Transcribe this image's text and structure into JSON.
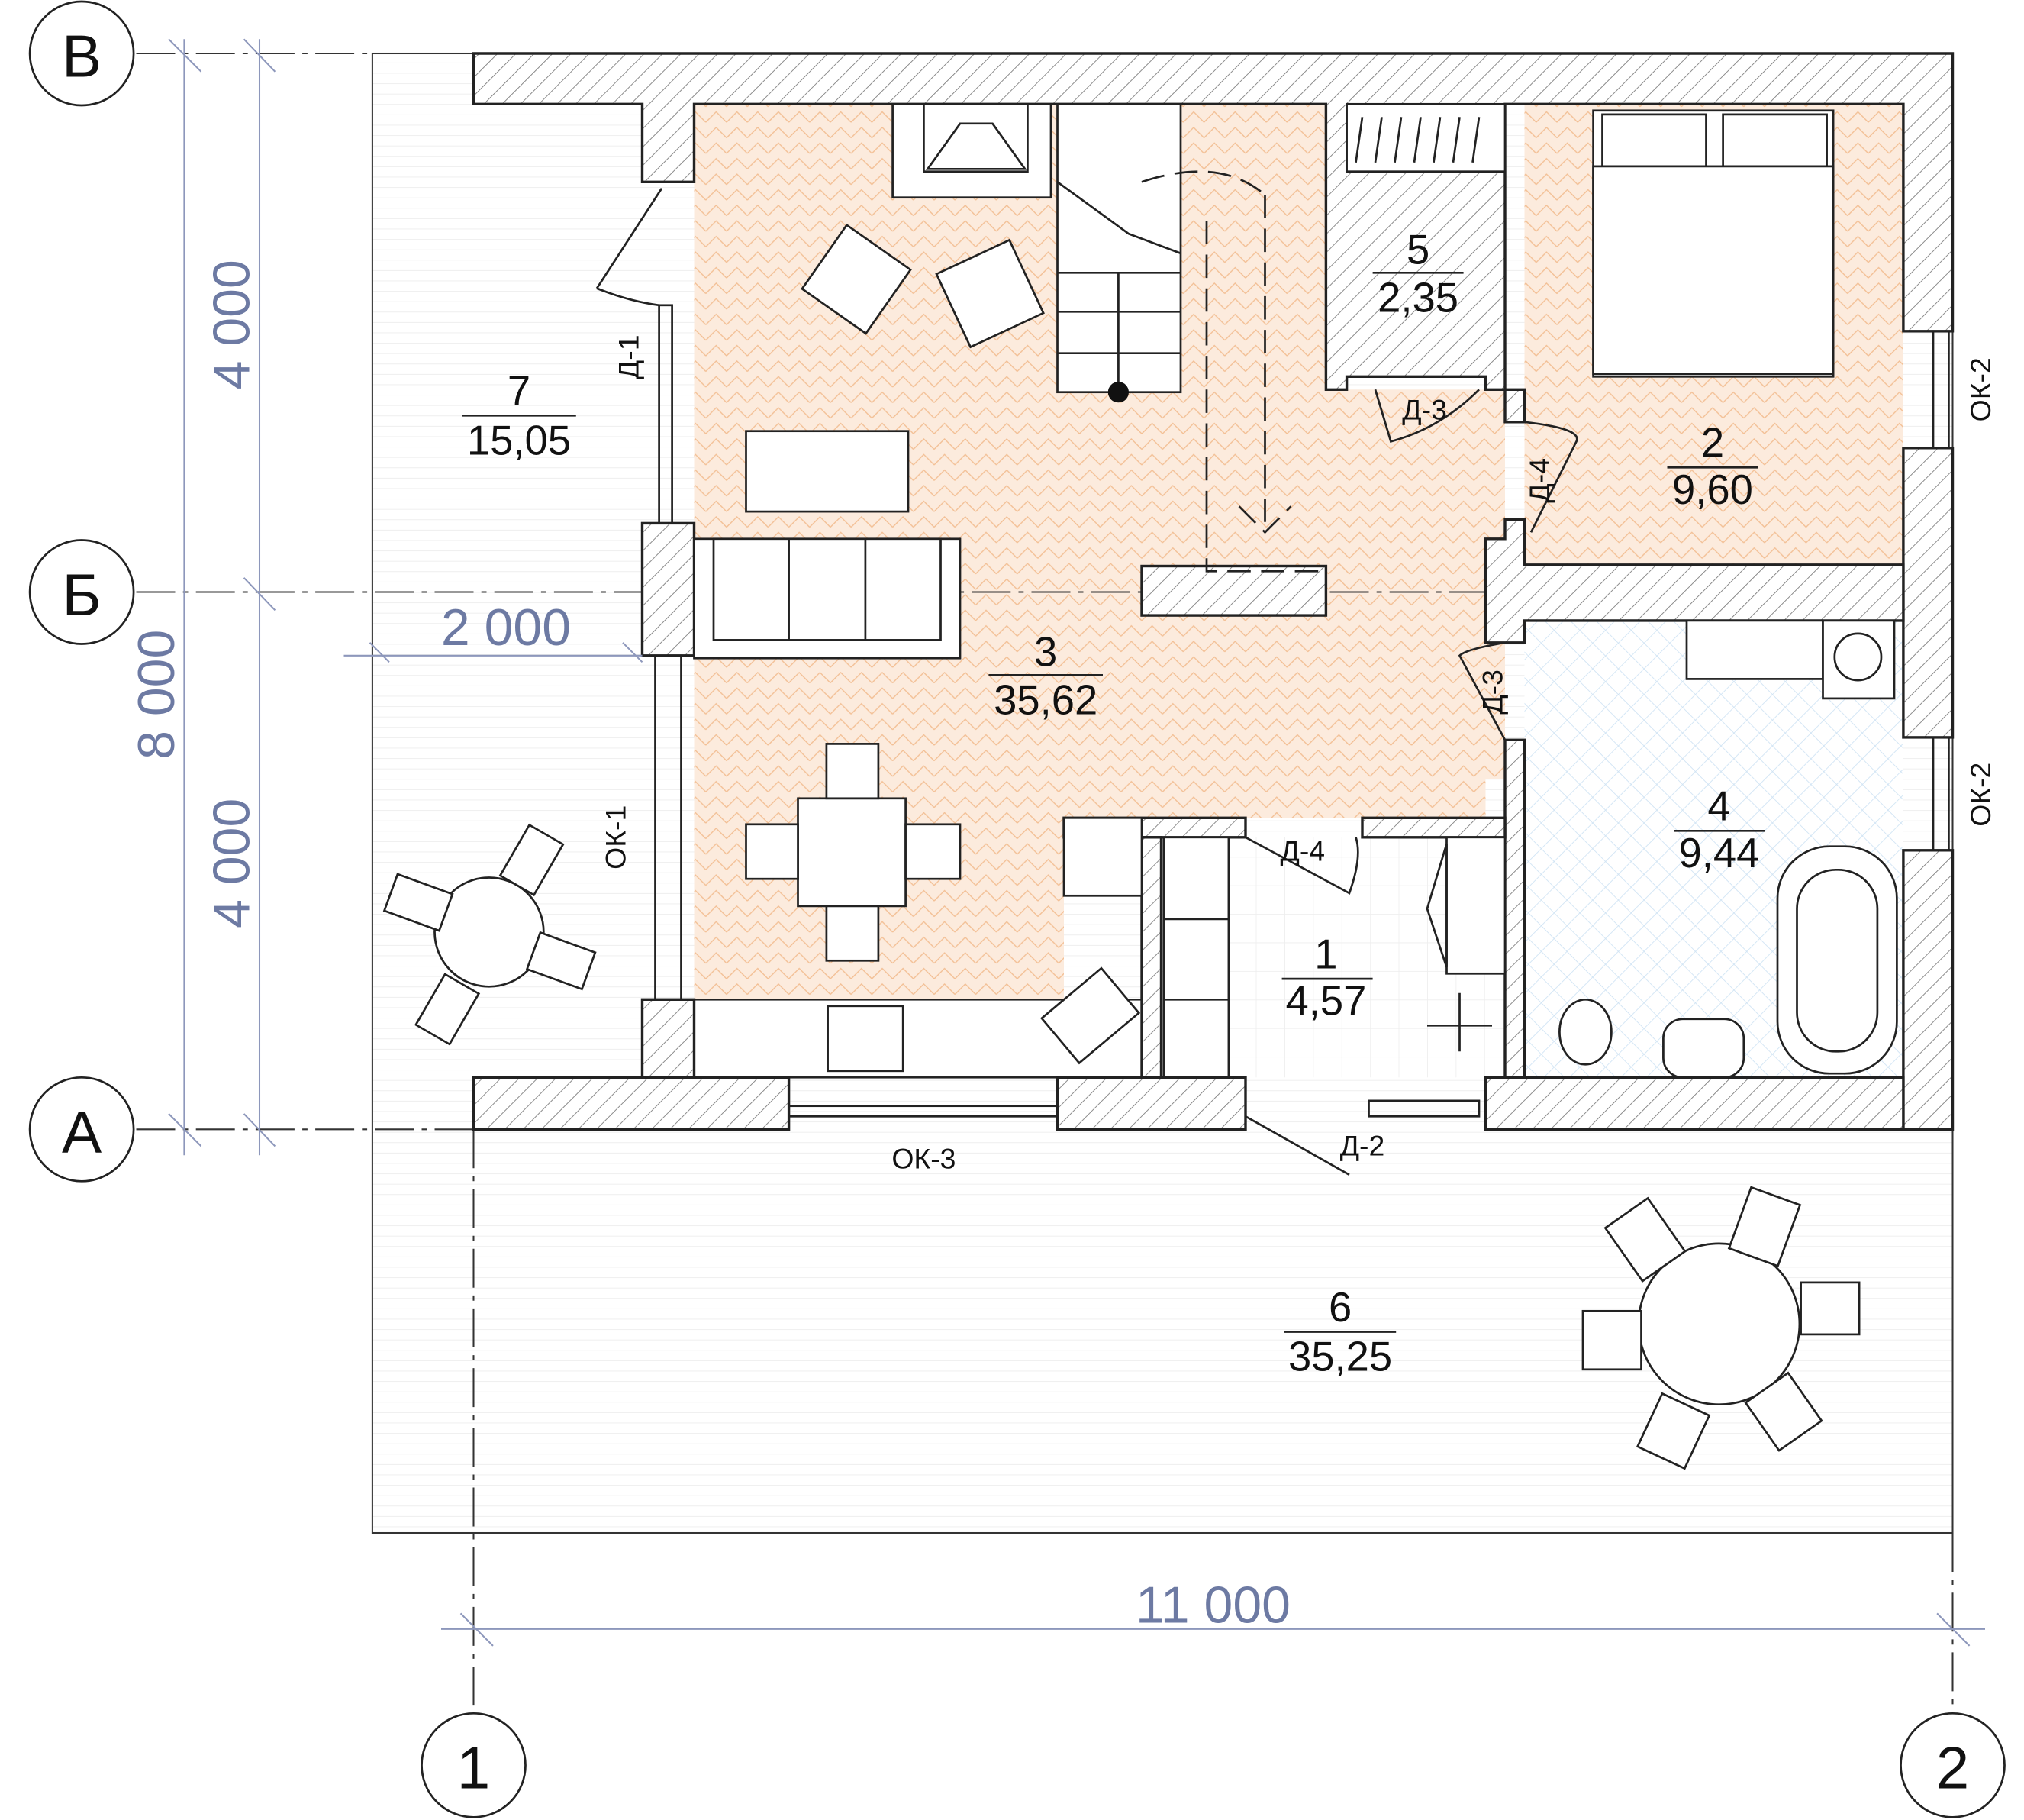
{
  "axes": {
    "v": "В",
    "b": "Б",
    "a": "А",
    "one": "1",
    "two": "2"
  },
  "dimensions": {
    "left_top": "4 000",
    "left_bottom": "4 000",
    "left_total": "8 000",
    "terrace_width": "2 000",
    "bottom_total": "11 000"
  },
  "rooms": [
    {
      "number": "1",
      "area": "4,57"
    },
    {
      "number": "2",
      "area": "9,60"
    },
    {
      "number": "3",
      "area": "35,62"
    },
    {
      "number": "4",
      "area": "9,44"
    },
    {
      "number": "5",
      "area": "2,35"
    },
    {
      "number": "6",
      "area": "35,25"
    },
    {
      "number": "7",
      "area": "15,05"
    }
  ],
  "openings": {
    "d1": "Д-1",
    "d2": "Д-2",
    "d3_a": "Д-3",
    "d3_b": "Д-3",
    "d4_a": "Д-4",
    "d4_b": "Д-4",
    "ok1": "ОК-1",
    "ok2_a": "ОК-2",
    "ok2_b": "ОК-2",
    "ok3": "ОК-3"
  },
  "colors": {
    "warm_floor": "#fbe9db",
    "herringbone": "#f2b98a",
    "tile": "#dcecf8",
    "dimension": "#6d7aa3"
  }
}
